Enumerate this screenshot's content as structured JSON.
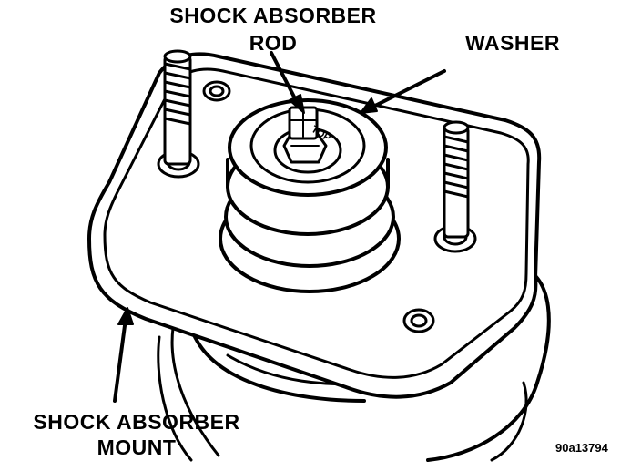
{
  "labels": {
    "rod_line1": "SHOCK ABSORBER",
    "rod_line2": "ROD",
    "washer": "WASHER",
    "mount_line1": "SHOCK ABSORBER",
    "mount_line2": "MOUNT",
    "top_mark": "TOP",
    "figure_ref": "90a13794"
  },
  "colors": {
    "ink": "#000000",
    "paper": "#ffffff"
  }
}
